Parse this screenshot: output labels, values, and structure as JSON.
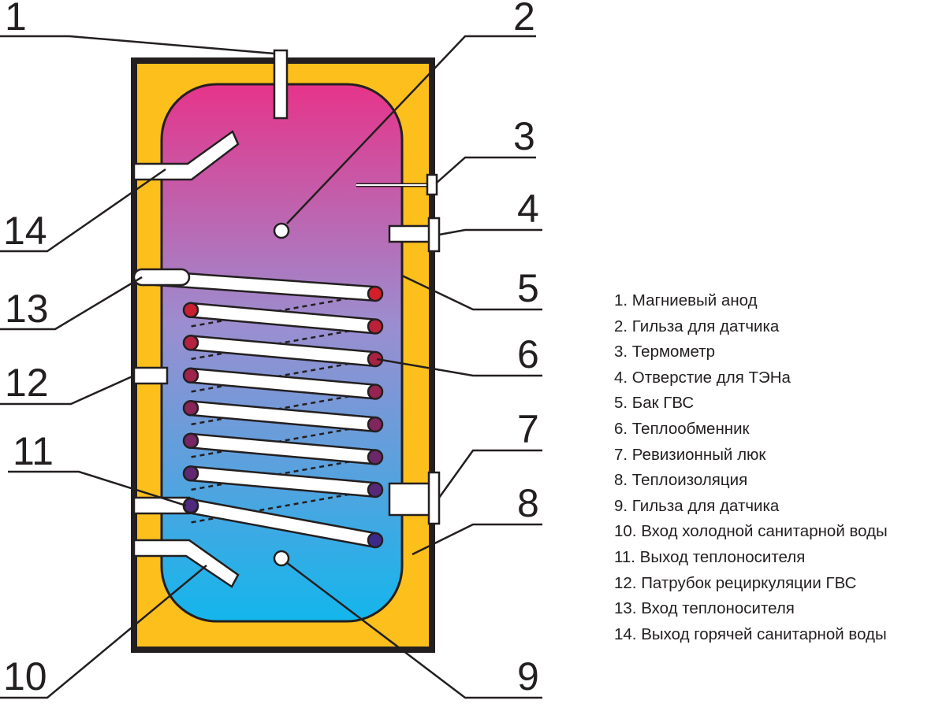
{
  "colors": {
    "insulation": "#fcbf1c",
    "outline": "#231f20",
    "tank_top": "#e6348a",
    "tank_middle": "#9b8ed0",
    "tank_bottom": "#13b6ec",
    "coil_end_top": "#d81f26",
    "coil_end_bottom": "#3b2a8a"
  },
  "callouts": [
    "1",
    "2",
    "3",
    "4",
    "5",
    "6",
    "7",
    "8",
    "9",
    "10",
    "11",
    "12",
    "13",
    "14"
  ],
  "legend": [
    "1. Магниевый анод",
    "2. Гильза для датчика",
    "3. Термометр",
    "4. Отверстие для ТЭНа",
    "5. Бак ГВС",
    "6. Теплообменник",
    "7. Ревизионный люк",
    "8. Теплоизоляция",
    "9. Гильза для датчика",
    "10. Вход холодной санитарной воды",
    "11. Выход теплоносителя",
    "12. Патрубок рециркуляции ГВС",
    "13. Вход теплоносителя",
    "14. Выход горячей санитарной воды"
  ]
}
